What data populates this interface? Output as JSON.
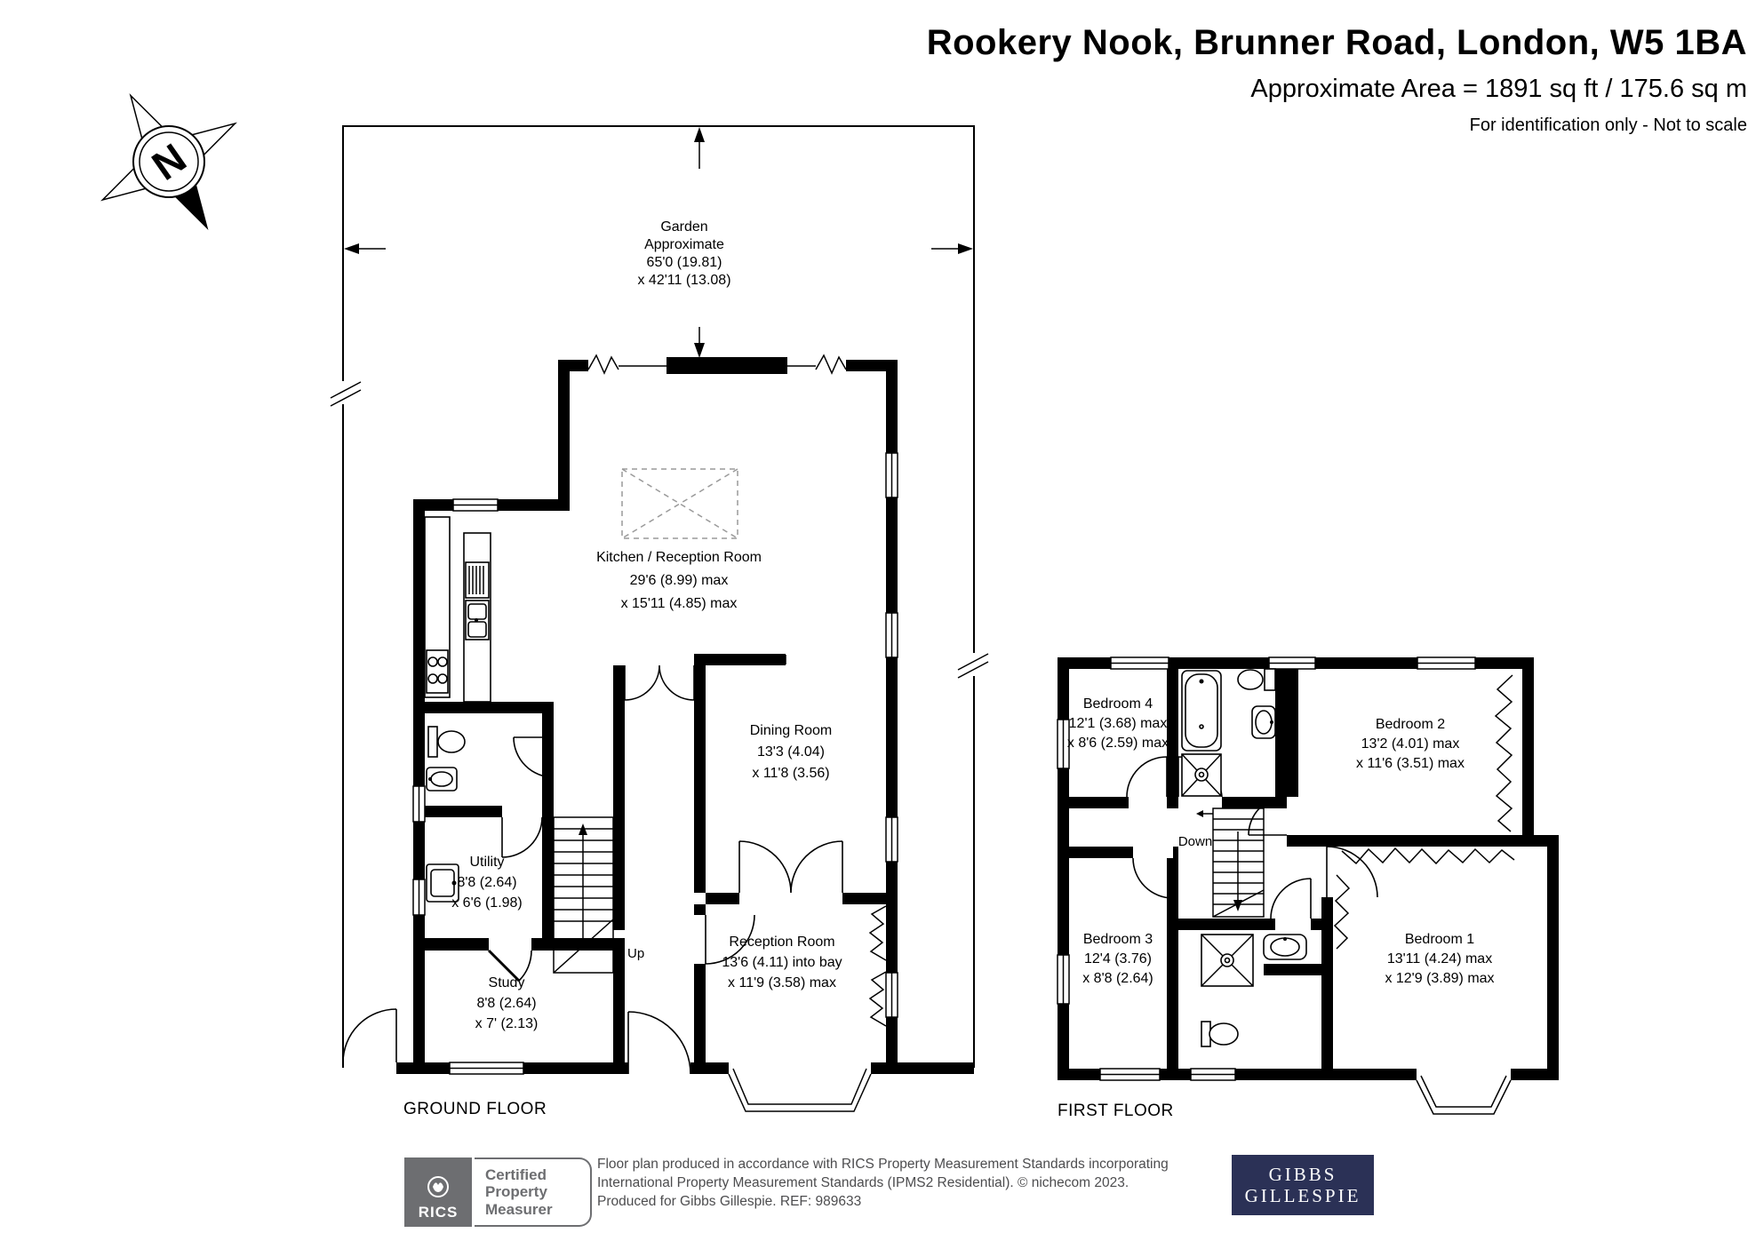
{
  "header": {
    "title": "Rookery Nook, Brunner Road, London, W5 1BA",
    "area": "Approximate Area = 1891 sq ft / 175.6 sq m",
    "note": "For identification only - Not to scale"
  },
  "compass": {
    "letter": "N"
  },
  "ground": {
    "label": "GROUND FLOOR",
    "garden": {
      "l1": "Garden",
      "l2": "Approximate",
      "l3": "65'0 (19.81)",
      "l4": "x 42'11 (13.08)"
    },
    "rooms": {
      "kitchen": {
        "name": "Kitchen / Reception Room",
        "d1": "29'6 (8.99) max",
        "d2": "x 15'11 (4.85) max"
      },
      "dining": {
        "name": "Dining Room",
        "d1": "13'3 (4.04)",
        "d2": "x 11'8 (3.56)"
      },
      "reception": {
        "name": "Reception Room",
        "d1": "13'6 (4.11) into bay",
        "d2": "x 11'9 (3.58) max"
      },
      "utility": {
        "name": "Utility",
        "d1": "8'8 (2.64)",
        "d2": "x 6'6 (1.98)"
      },
      "study": {
        "name": "Study",
        "d1": "8'8 (2.64)",
        "d2": "x 7' (2.13)"
      }
    },
    "stairs": "Up"
  },
  "first": {
    "label": "FIRST FLOOR",
    "rooms": {
      "bedroom1": {
        "name": "Bedroom 1",
        "d1": "13'11 (4.24) max",
        "d2": "x 12'9 (3.89) max"
      },
      "bedroom2": {
        "name": "Bedroom 2",
        "d1": "13'2 (4.01) max",
        "d2": "x 11'6 (3.51) max"
      },
      "bedroom3": {
        "name": "Bedroom 3",
        "d1": "12'4 (3.76)",
        "d2": "x 8'8 (2.64)"
      },
      "bedroom4": {
        "name": "Bedroom 4",
        "d1": "12'1 (3.68) max",
        "d2": "x 8'6 (2.59) max"
      }
    },
    "stairs": "Down"
  },
  "footer": {
    "rics": {
      "brand": "RICS",
      "cert1": "Certified",
      "cert2": "Property",
      "cert3": "Measurer"
    },
    "disclaimer": {
      "line1": "Floor plan produced in accordance with RICS Property Measurement Standards incorporating",
      "line2": "International Property Measurement Standards (IPMS2 Residential).   © nichecom 2023.",
      "line3": "Produced for Gibbs Gillespie.   REF: 989633"
    },
    "agent": {
      "line1": "GIBBS",
      "line2": "GILLESPIE"
    }
  },
  "colors": {
    "wall": "#000000",
    "logo_gray": "#6d6e71",
    "agent_navy": "#2b3156",
    "disclaimer_gray": "#4d4d4f"
  }
}
